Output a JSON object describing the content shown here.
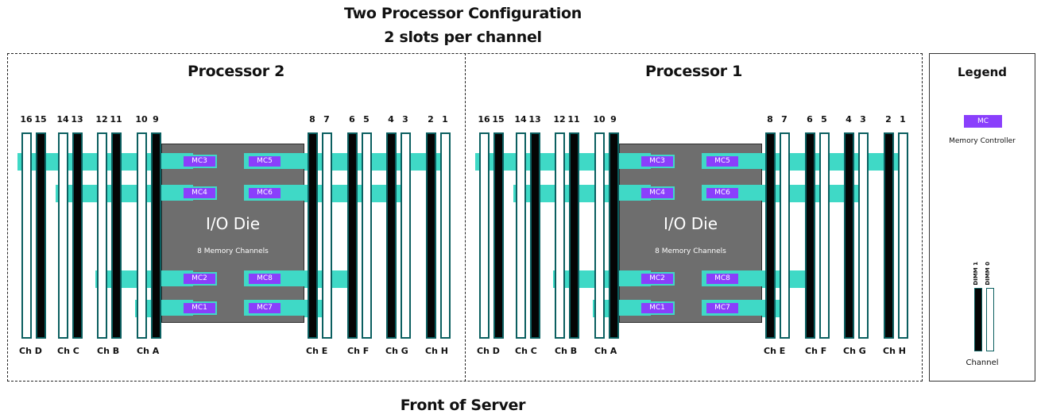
{
  "header": {
    "title": "Two Processor Configuration",
    "subtitle": "2 slots per channel"
  },
  "footer": {
    "label": "Front of Server"
  },
  "processors": [
    {
      "title": "Processor 2"
    },
    {
      "title": "Processor 1"
    }
  ],
  "slot_numbers": [
    "16",
    "15",
    "14",
    "13",
    "12",
    "11",
    "10",
    "9",
    "8",
    "7",
    "6",
    "5",
    "4",
    "3",
    "2",
    "1"
  ],
  "channels": [
    "Ch D",
    "Ch C",
    "Ch B",
    "Ch A",
    "Ch E",
    "Ch F",
    "Ch G",
    "Ch H"
  ],
  "io_die": {
    "title": "I/O Die",
    "subtitle": "8 Memory Channels"
  },
  "memory_controllers": [
    "MC3",
    "MC5",
    "MC4",
    "MC6",
    "MC2",
    "MC8",
    "MC1",
    "MC7"
  ],
  "legend": {
    "title": "Legend",
    "mc_label": "MC",
    "mc_description": "Memory Controller",
    "dimm1": "DIMM 1",
    "dimm0": "DIMM 0",
    "channel_label": "Channel"
  },
  "colors": {
    "teal": "#3fd9c6",
    "purple": "#8a3ffc",
    "io_die": "#6e6e6e"
  }
}
